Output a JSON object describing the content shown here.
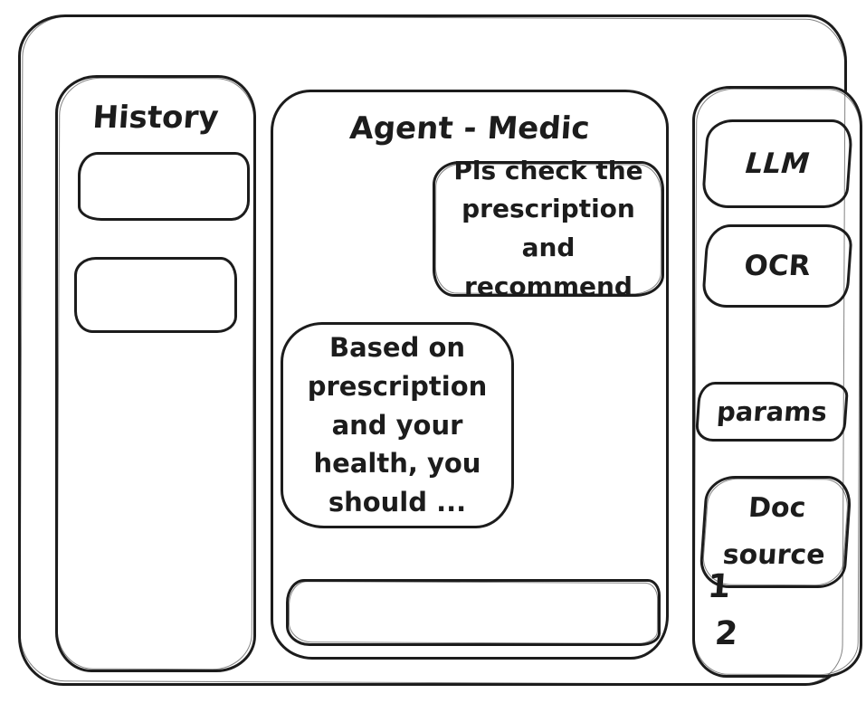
{
  "colors": {
    "stroke": "#1c1c1c",
    "background": "#ffffff"
  },
  "history": {
    "title": "History",
    "items": [
      {
        "label": ""
      },
      {
        "label": ""
      }
    ]
  },
  "chat": {
    "title": "Agent - Medic",
    "messages": [
      {
        "role": "user",
        "text": "Pls check the\nprescription\nand recommend"
      },
      {
        "role": "assistant",
        "text": "Based on\nprescription\nand your\nhealth, you\nshould ..."
      }
    ],
    "input": {
      "value": "",
      "placeholder": ""
    }
  },
  "tools": {
    "buttons": [
      {
        "label": "LLM"
      },
      {
        "label": "OCR"
      },
      {
        "label": "params"
      },
      {
        "label": "Doc\nsource"
      }
    ],
    "doc_sources": [
      "1",
      "2"
    ]
  }
}
